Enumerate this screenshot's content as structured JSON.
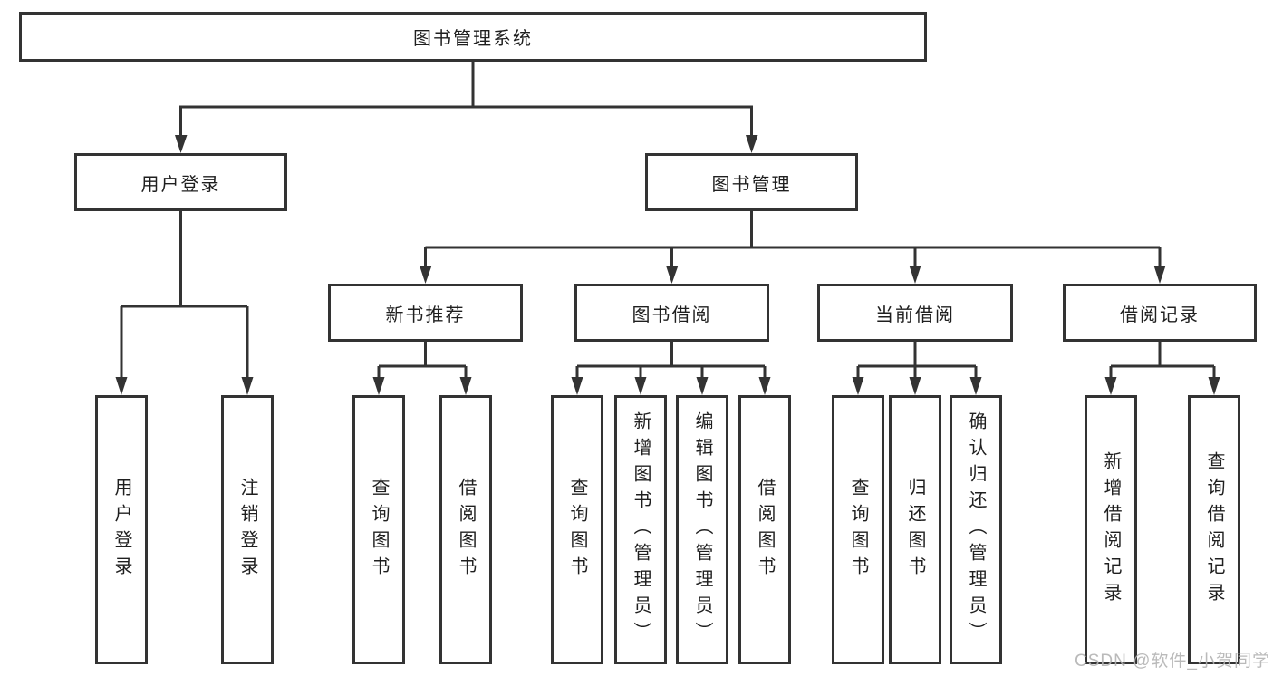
{
  "diagram_title": "图书管理系统",
  "nodes": {
    "root": {
      "label": "图书管理系统"
    },
    "user_login": {
      "label": "用户登录"
    },
    "book_mgmt": {
      "label": "图书管理"
    },
    "new_book_rec": {
      "label": "新书推荐"
    },
    "book_borrow": {
      "label": "图书借阅"
    },
    "current_borrow": {
      "label": "当前借阅"
    },
    "borrow_records": {
      "label": "借阅记录"
    },
    "u1": {
      "label": "用户登录"
    },
    "u2": {
      "label": "注销登录"
    },
    "n1": {
      "label": "查询图书"
    },
    "n2": {
      "label": "借阅图书"
    },
    "b1": {
      "label": "查询图书"
    },
    "b2": {
      "label": "新增图书（管理员）"
    },
    "b3": {
      "label": "编辑图书（管理员）"
    },
    "b4": {
      "label": "借阅图书"
    },
    "c1": {
      "label": "查询图书"
    },
    "c2": {
      "label": "归还图书"
    },
    "c3": {
      "label": "确认归还（管理员）"
    },
    "r1": {
      "label": "新增借阅记录"
    },
    "r2": {
      "label": "查询借阅记录"
    }
  },
  "hierarchy": [
    {
      "parent": "root",
      "children": [
        "user_login",
        "book_mgmt"
      ]
    },
    {
      "parent": "user_login",
      "children": [
        "u1",
        "u2"
      ]
    },
    {
      "parent": "book_mgmt",
      "children": [
        "new_book_rec",
        "book_borrow",
        "current_borrow",
        "borrow_records"
      ]
    },
    {
      "parent": "new_book_rec",
      "children": [
        "n1",
        "n2"
      ]
    },
    {
      "parent": "book_borrow",
      "children": [
        "b1",
        "b2",
        "b3",
        "b4"
      ]
    },
    {
      "parent": "current_borrow",
      "children": [
        "c1",
        "c2",
        "c3"
      ]
    },
    {
      "parent": "borrow_records",
      "children": [
        "r1",
        "r2"
      ]
    }
  ],
  "watermark": "CSDN @软件_小贺同学",
  "colors": {
    "line": "#333333",
    "border": "#333333",
    "text": "#1f1f1f",
    "watermark": "#b3b3b3",
    "background": "#ffffff"
  }
}
